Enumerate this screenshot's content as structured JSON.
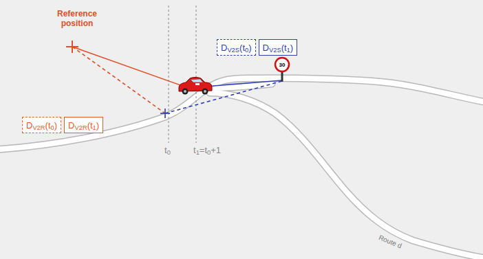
{
  "diagram": {
    "nodes": [
      {
        "text": [
          "DV2S(t0)"
        ]
      },
      {
        "text": [
          "DV2S(t1)"
        ]
      },
      {
        "text": [
          "DV2R(t0)"
        ]
      },
      {
        "text": [
          "DV2R(t1)"
        ]
      }
    ],
    "labels": [
      "Reference position",
      "t0",
      "t1=t0+1",
      "30",
      "Route d"
    ]
  }
}
